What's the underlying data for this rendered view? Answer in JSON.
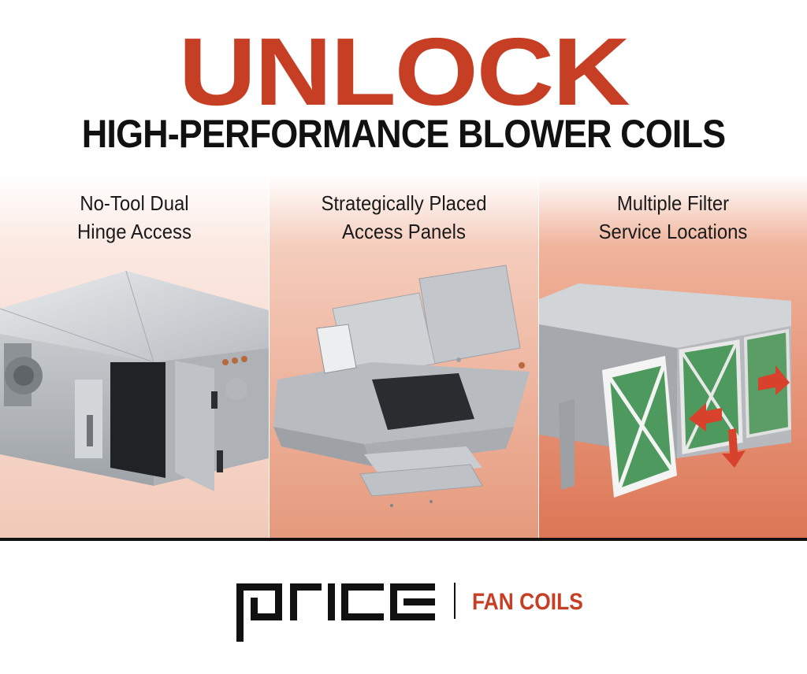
{
  "headline": "UNLOCK",
  "subheadline": "HIGH-PERFORMANCE BLOWER COILS",
  "features": [
    {
      "line1": "No-Tool Dual",
      "line2": "Hinge Access"
    },
    {
      "line1": "Strategically Placed",
      "line2": "Access Panels"
    },
    {
      "line1": "Multiple Filter",
      "line2": "Service Locations"
    }
  ],
  "brand": {
    "logo": "price",
    "tagline": "FAN COILS"
  },
  "colors": {
    "accent": "#c63f24",
    "text": "#111111",
    "metal": "#c9ccd0",
    "filter": "#4e9a5e"
  }
}
